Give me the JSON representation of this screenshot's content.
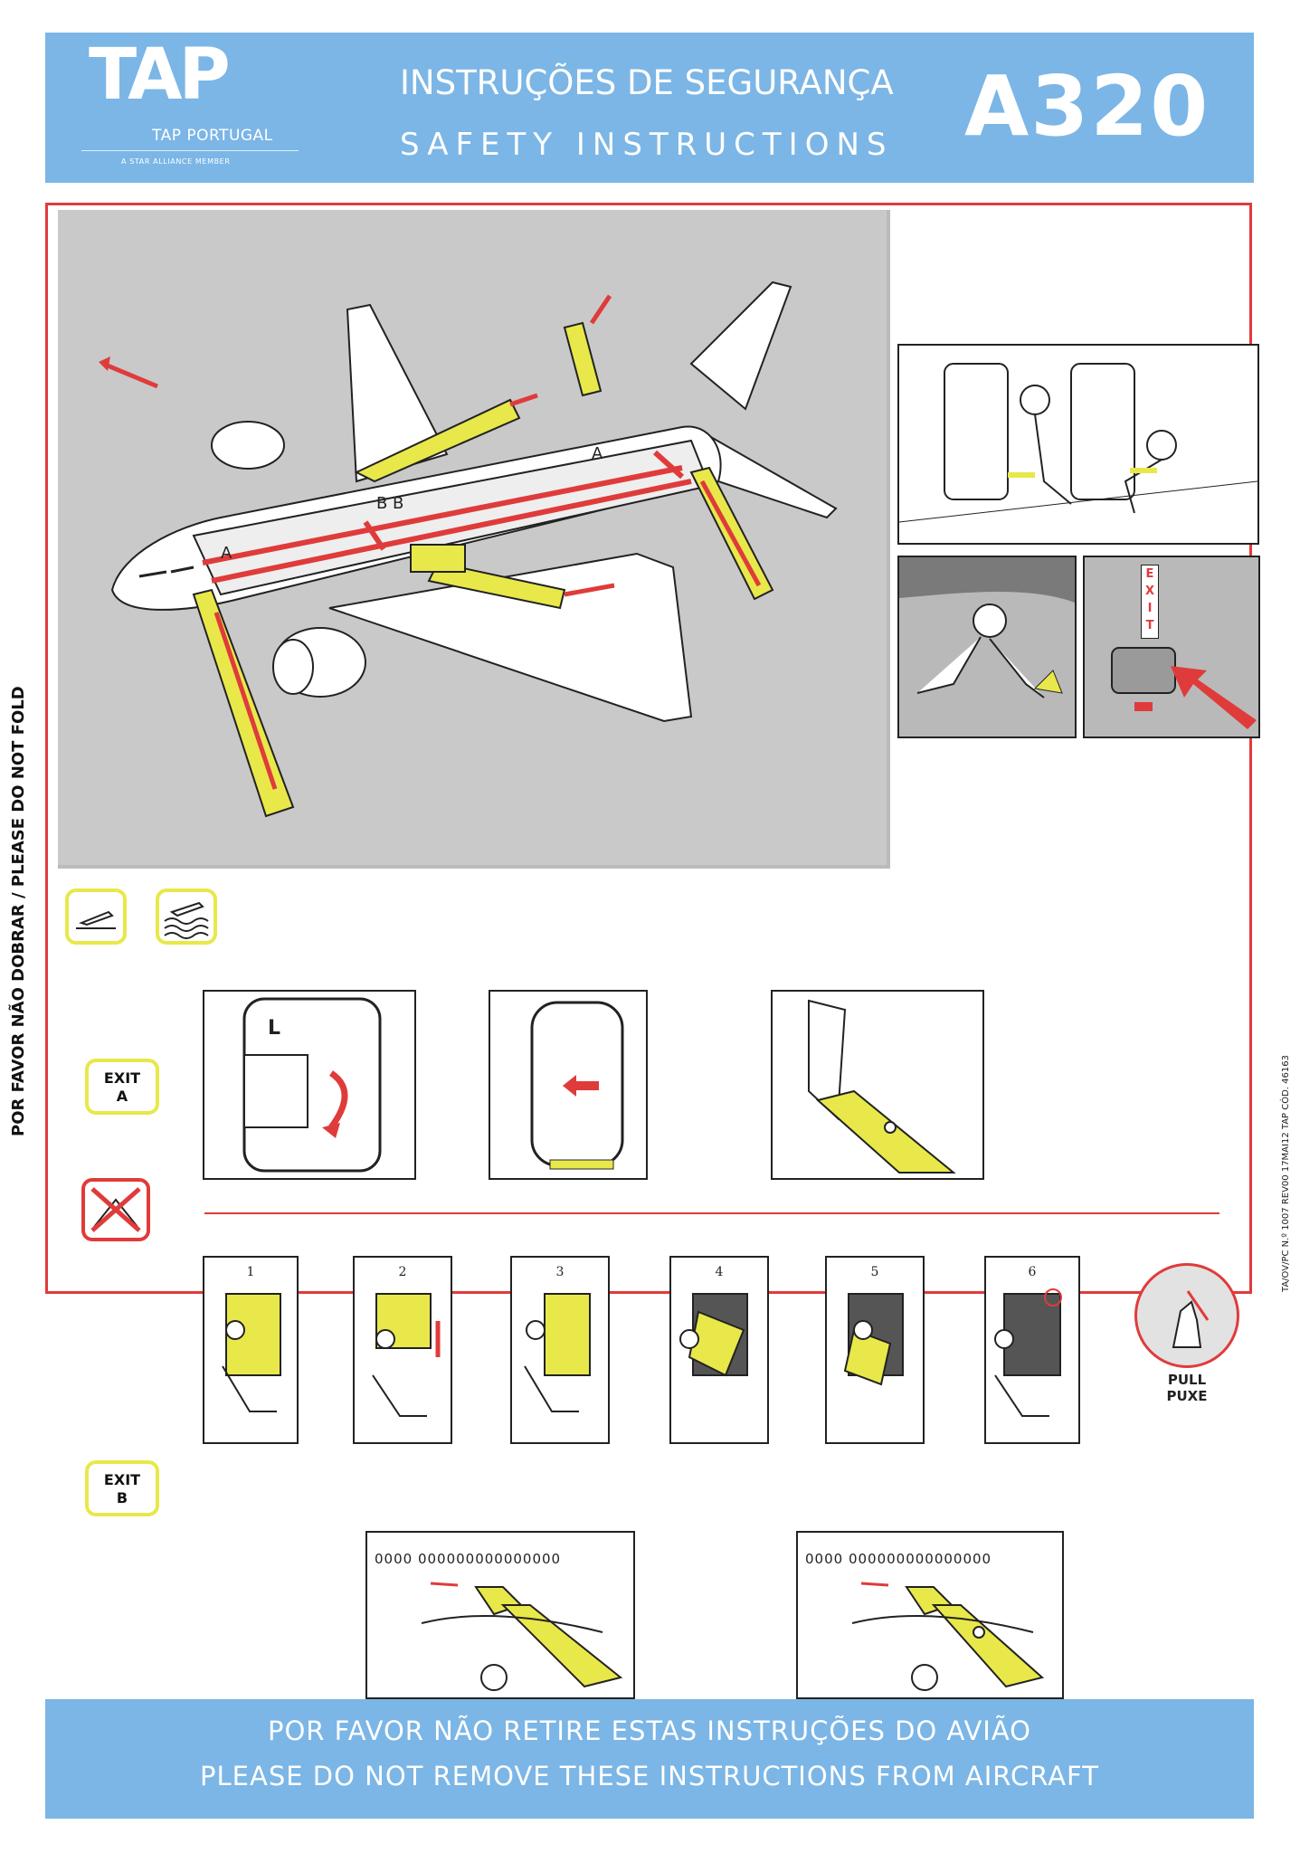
{
  "header": {
    "logo_text": "TAP",
    "logo_sub": "TAP PORTUGAL",
    "alliance": "A STAR ALLIANCE MEMBER",
    "title_pt": "INSTRUÇÕES DE SEGURANÇA",
    "title_en": "SAFETY INSTRUCTIONS",
    "model": "A320"
  },
  "side_note": "POR FAVOR NÃO DOBRAR / PLEASE DO NOT FOLD",
  "side_code": "TA/OV/PC N.º 1007  REV00  17MAI12  TAP CÓD. 46163",
  "aircraft_diagram": {
    "door_labels": [
      "A",
      "B",
      "B",
      "A"
    ]
  },
  "exit_sign_letters": [
    "E",
    "X",
    "I",
    "T"
  ],
  "exit_a": {
    "line1": "EXIT",
    "line2": "A"
  },
  "exit_b": {
    "line1": "EXIT",
    "line2": "B"
  },
  "door_label": "L",
  "window_steps": [
    "1",
    "2",
    "3",
    "4",
    "5",
    "6"
  ],
  "pull": {
    "line1": "PULL",
    "line2": "PUXE"
  },
  "window_row": "0000  000000000000000",
  "footer": {
    "pt": "POR FAVOR NÃO RETIRE ESTAS INSTRUÇÕES DO AVIÃO",
    "en": "PLEASE DO NOT REMOVE THESE INSTRUCTIONS FROM AIRCRAFT"
  },
  "colors": {
    "header_blue": "#7bb6e6",
    "frame_red": "#e03b3b",
    "slide_yellow": "#e8e84a"
  }
}
